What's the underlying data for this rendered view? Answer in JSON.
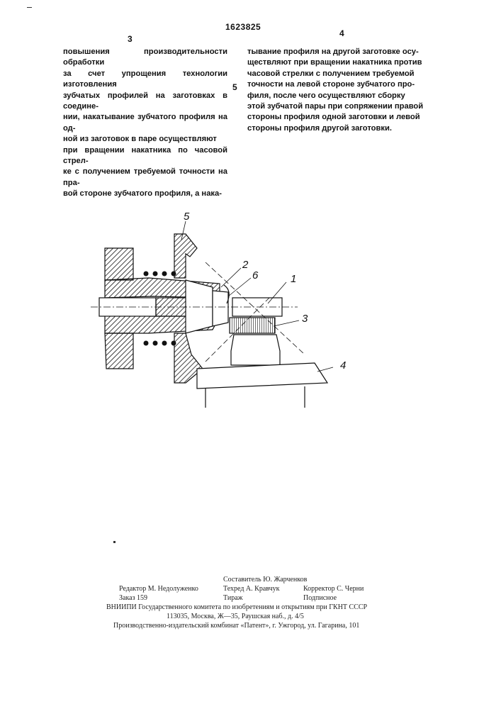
{
  "header": {
    "patent_number": "1623825",
    "page_left": "3",
    "page_right": "4",
    "line_marker": "5"
  },
  "text": {
    "left_lines": [
      "повышения производительности обработки",
      "за счет упрощения технологии изготовления",
      "зубчатых профилей на заготовках в соедине-",
      "нии, накатывание зубчатого профиля на од-",
      "ной из заготовок в паре осуществляют",
      "при вращении накатника по часовой стрел-",
      "ке с получением требуемой точности на пра-",
      "вой стороне зубчатого профиля, а нака-"
    ],
    "right_lines": [
      "тывание профиля на другой заготовке осу-",
      "ществляют при вращении накатника против",
      "часовой стрелки с получением требуемой",
      "точности на левой стороне зубчатого про-",
      "филя, после чего осуществляют сборку",
      "этой зубчатой пары при сопряжении правой",
      "стороны профиля одной заготовки и левой",
      "стороны профиля другой заготовки."
    ]
  },
  "figure": {
    "labels": [
      "5",
      "2",
      "6",
      "1",
      "3",
      "4"
    ]
  },
  "imprint": {
    "compiler": "Составитель Ю. Жарченков",
    "editor": "Редактор М. Недолуженко",
    "techred": "Техред А. Кравчук",
    "corrector": "Корректор С. Черни",
    "order": "Заказ 159",
    "circulation": "Тираж",
    "subscription": "Подписное",
    "vniipi": "ВНИИПИ Государственного комитета по изобретениям и открытиям при ГКНТ СССР",
    "address": "113035, Москва, Ж—35, Раушская наб., д. 4/5",
    "publisher": "Производственно-издательский комбинат «Патент», г. Ужгород, ул. Гагарина, 101"
  }
}
